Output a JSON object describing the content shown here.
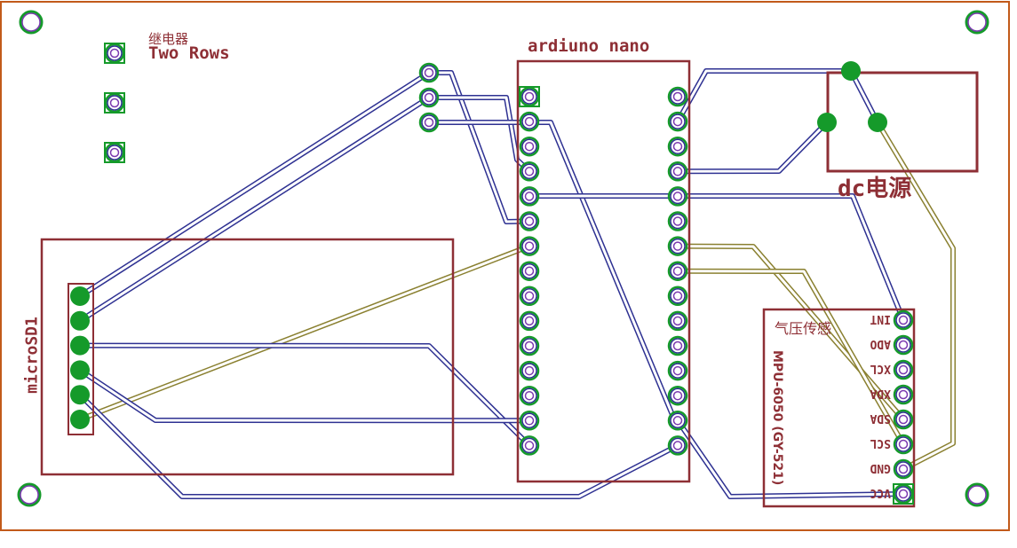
{
  "board": {
    "outline_color": "#c25a1a",
    "silk_color": "#8e2f35",
    "pad_color": "#159a2a",
    "top_trace_color": "#2e3192",
    "bottom_trace_color": "#8a8030",
    "drill_color": "#7b3ab0"
  },
  "components": {
    "relay": {
      "label_cn": "继电器",
      "label": "Two Rows",
      "pins": 3
    },
    "arduino": {
      "label": "ardiuno nano",
      "pins_per_side": 15
    },
    "dc_power": {
      "label": "dc电源"
    },
    "microsd": {
      "label": "microSD1",
      "pins": 6
    },
    "sensor": {
      "label_cn": "气压传感",
      "label": "MPU-6050 (GY-521)",
      "pins": [
        "INT",
        "ADO",
        "XCL",
        "XDA",
        "SDA",
        "SCL",
        "GND",
        "VCC"
      ]
    },
    "top_header": {
      "pins": 3
    }
  }
}
